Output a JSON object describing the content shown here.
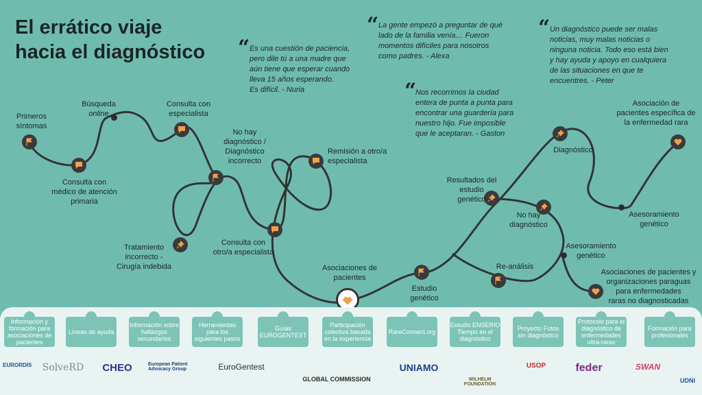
{
  "title": {
    "line1": "El errático viaje",
    "line2": "hacia el diagnóstico"
  },
  "quotes": [
    {
      "lines": [
        "Es una cuestión de paciencia,",
        "pero dile tú a una madre que",
        "aún tiene que esperar cuando",
        "lleva 15 años esperando.",
        "Es difícil. - Nuria"
      ]
    },
    {
      "lines": [
        "La gente empezó a preguntar de qué",
        "lado de la familia venía… Fueron",
        "momentos difíciles para nosotros",
        "como padres.  - Alexa"
      ]
    },
    {
      "lines": [
        "Un diagnóstico puede ser malas",
        "noticias, muy malas noticias o",
        "ninguna noticia. Todo eso está bien",
        "y hay ayuda y apoyo en cualquiera",
        "de las situaciones en que te",
        "encuentres. - Peter"
      ]
    },
    {
      "lines": [
        "Nos recorrimos la ciudad",
        "entera de punta a punta para",
        "encontrar una guardería para",
        "nuestro hijo. Fue imposible",
        "que le aceptaran. - Gaston"
      ]
    }
  ],
  "steps": {
    "primeros": [
      "Primeros",
      "síntomas"
    ],
    "busqueda": [
      "Búsqueda",
      "online"
    ],
    "consulta_esp": [
      "Consulta con",
      "especialista"
    ],
    "consulta_medico": [
      "Consulta con",
      "médico de atención",
      "primaria"
    ],
    "no_hay_diag": [
      "No hay",
      "diagnóstico /",
      "Diagnóstico",
      "incorrecto"
    ],
    "remision": [
      "Remisión a otro/a",
      "especialista"
    ],
    "tratamiento": [
      "Tratamiento",
      "incorrecto -",
      "Cirugía indebida"
    ],
    "consulta_otro": [
      "Consulta con",
      "otro/a especialista"
    ],
    "asociaciones": [
      "Asociaciones de",
      "pacientes"
    ],
    "estudio": [
      "Estudio",
      "genético"
    ],
    "resultados": [
      "Resultados del",
      "estudio",
      "genético"
    ],
    "no_hay2": [
      "No hay",
      "diagnóstico"
    ],
    "reanalisis": [
      "Re-análisis"
    ],
    "diagnostico": [
      "Diagnóstico"
    ],
    "asoc_especifica": [
      "Asociación de",
      "pacientes específica de",
      "la enfermedad rara"
    ],
    "asesoramiento1": [
      "Asesoramiento",
      "genético"
    ],
    "asesoramiento2": [
      "Asesoramiento",
      "genético"
    ],
    "asoc_paraguas": [
      "Asociaciones de pacientes y",
      "organizaciones paraguas",
      "para enfermedades",
      "raras no diagnosticadas"
    ]
  },
  "resources": [
    "Información y formación para asociaciones de pacientes",
    "Líneas de ayuda",
    "Información sobre hallazgos secundarios",
    "Herramientas para los siguientes pasos",
    "Guías EUROGENTEST",
    "Participación colectiva basada en la experiencia",
    "RareConnect.org",
    "Estudio ENSERIO Tiempo en el diagnóstico",
    "Proyecto Fotos sin diagnóstico",
    "Protocolo para el diagnóstico de enfermedades ultra-raras",
    "Formación para profesionales"
  ],
  "logos": [
    {
      "name": "EURORDIS",
      "color": "#1a4f9c"
    },
    {
      "name": "SolveRD",
      "color": "#7b8a99"
    },
    {
      "name": "CHEO",
      "color": "#2b2f8f"
    },
    {
      "name": "European Patient Advocacy Group",
      "color": "#1c3f7a"
    },
    {
      "name": "EuroGentest",
      "color": "#2a2a2a"
    },
    {
      "name": "GLOBAL COMMISSION",
      "color": "#2a2a2a"
    },
    {
      "name": "UNIAMO",
      "color": "#1d3f86"
    },
    {
      "name": "WILHELM FOUNDATION",
      "color": "#6b5a2a"
    },
    {
      "name": "USOP",
      "color": "#c42a2a"
    },
    {
      "name": "feder",
      "color": "#7a2a86"
    },
    {
      "name": "SWAN",
      "color": "#d23a6a"
    },
    {
      "name": "UDNI",
      "color": "#1a4f9c"
    }
  ],
  "colors": {
    "background": "#6fbcaf",
    "icon": "#f0a04b",
    "node": "#3a3a3a",
    "puzzle": "#7cc4b6"
  }
}
